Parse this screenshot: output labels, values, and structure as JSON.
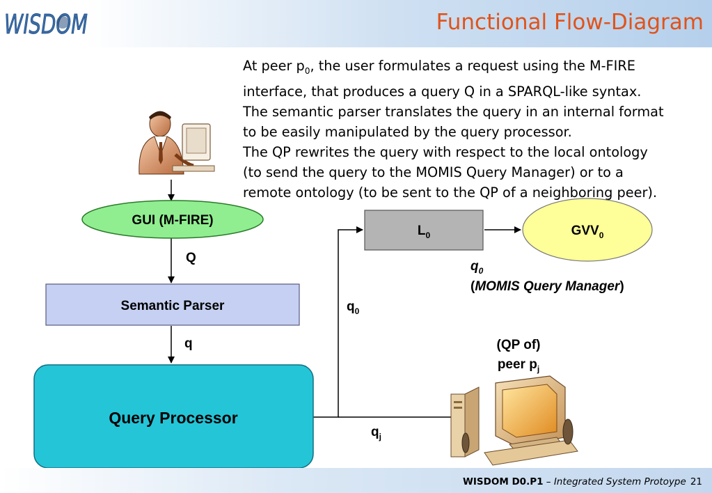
{
  "header": {
    "title": "Functional Flow-Diagram",
    "logo_text": "WISDOM"
  },
  "description": {
    "line1_pre": "At peer p",
    "line1_sub": "0",
    "line1_post": ", the user formulates a request using the M-FIRE",
    "line2": "interface, that produces a query Q in a SPARQL-like syntax.",
    "line3": "The semantic parser translates the query in an internal format",
    "line4": "to be easily manipulated by the query processor.",
    "line5": "The QP rewrites the query with respect to the local ontology",
    "line6": "(to send the query to the MOMIS Query Manager) or to a",
    "line7": "remote ontology (to be sent to the QP of a neighboring peer)."
  },
  "nodes": {
    "gui": "GUI (M-FIRE)",
    "semantic_parser": "Semantic Parser",
    "query_processor": "Query Processor",
    "l0_main": "L",
    "l0_sub": "0",
    "gvv_main": "GVV",
    "gvv_sub": "0"
  },
  "edges": {
    "q_upper": "Q",
    "q_lower": "q",
    "q0_main": "q",
    "q0_sub": "0",
    "qj_main": "q",
    "qj_sub": "j"
  },
  "annotations": {
    "momis_q": "q",
    "momis_q_sub": "0",
    "momis_open": "(",
    "momis_text": "MOMIS Query Manager",
    "momis_close": ")",
    "peer_line1": "(QP of)",
    "peer_line2_main": "peer p",
    "peer_line2_sub": "j"
  },
  "footer": {
    "bold": "WISDOM D0.P1",
    "italic": " – Integrated System Protoype",
    "page": "21"
  },
  "colors": {
    "title": "#e0531a",
    "gui_fill": "#90ee90",
    "parser_fill": "#c5d0f2",
    "qp_fill": "#25c5d8",
    "l0_fill": "#b4b4b4",
    "gvv_fill": "#ffff99"
  }
}
